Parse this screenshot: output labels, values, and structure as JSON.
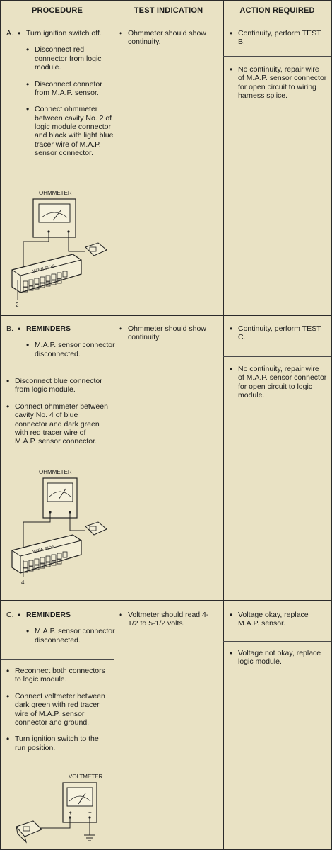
{
  "header": {
    "procedure": "PROCEDURE",
    "test_indication": "TEST INDICATION",
    "action_required": "ACTION REQUIRED"
  },
  "test_a": {
    "letter": "A.",
    "steps": [
      "Turn ignition switch off.",
      "Disconnect red connector from logic module.",
      "Disconnect connetor from M.A.P. sensor.",
      "Connect ohmmeter between cavity No. 2 of logic module connector and black with light blue tracer wire of M.A.P. sensor connector."
    ],
    "diagram": {
      "meter_label": "OHMMETER",
      "wire_side": "WIRE SIDE",
      "cavity": "2"
    },
    "indication": "Ohmmeter should show continuity.",
    "actions": [
      "Continuity, perform TEST B.",
      "No continuity, repair wire of M.A.P. sensor connector for open circuit to wiring harness splice."
    ]
  },
  "test_b": {
    "letter": "B.",
    "reminders": "REMINDERS",
    "reminder_items": [
      "M.A.P. sensor connector disconnected."
    ],
    "steps": [
      "Disconnect blue connector from logic module.",
      "Connect ohmmeter between cavity No. 4 of blue connector and dark green with red tracer wire of M.A.P. sensor connector."
    ],
    "diagram": {
      "meter_label": "OHMMETER",
      "wire_side": "WIRE SIDE",
      "cavity": "4"
    },
    "indication": "Ohmmeter should show continuity.",
    "actions": [
      "Continuity, perform TEST C.",
      "No continuity, repair wire of M.A.P. sensor connector for open circuit to logic module."
    ]
  },
  "test_c": {
    "letter": "C.",
    "reminders": "REMINDERS",
    "reminder_items": [
      "M.A.P. sensor connector disconnected."
    ],
    "steps": [
      "Reconnect both connectors to logic module.",
      "Connect voltmeter between dark green with red tracer wire of M.A.P. sensor connector and ground.",
      "Turn ignition switch to the run position."
    ],
    "diagram": {
      "meter_label": "VOLTMETER",
      "plus": "+",
      "minus": "−"
    },
    "indication": "Voltmeter should read 4-1/2 to 5-1/2 volts.",
    "actions": [
      "Voltage okay, replace M.A.P. sensor.",
      "Voltage not okay, replace logic module."
    ]
  }
}
